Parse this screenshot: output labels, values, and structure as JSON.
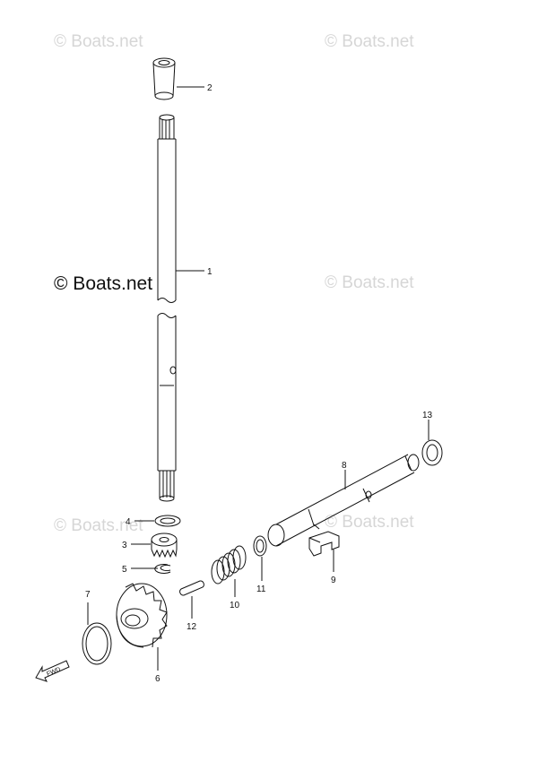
{
  "watermarks": {
    "top_left": "© Boats.net",
    "top_right": "© Boats.net",
    "mid_left": "© Boats.net",
    "mid_right": "© Boats.net",
    "low_left": "© Boats.net",
    "low_right": "© Boats.net"
  },
  "callouts": {
    "c1": "1",
    "c2": "2",
    "c3": "3",
    "c4": "4",
    "c5": "5",
    "c6": "6",
    "c7": "7",
    "c8": "8",
    "c9": "9",
    "c10": "10",
    "c11": "11",
    "c12": "12",
    "c13": "13"
  },
  "direction_label": "FWD"
}
